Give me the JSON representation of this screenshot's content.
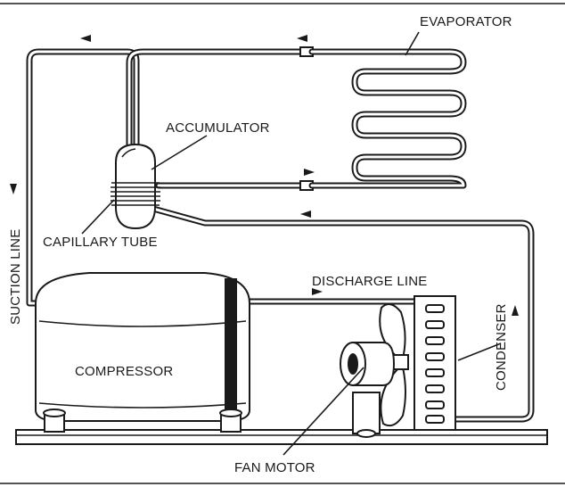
{
  "labels": {
    "evaporator": "EVAPORATOR",
    "accumulator": "ACCUMULATOR",
    "capillary_tube": "CAPILLARY TUBE",
    "suction_line": "SUCTION LINE",
    "discharge_line": "DISCHARGE LINE",
    "condenser": "CONDENSER",
    "compressor": "COMPRESSOR",
    "fan_motor": "FAN MOTOR"
  },
  "colors": {
    "ink": "#1a1a1a",
    "background": "#ffffff"
  }
}
